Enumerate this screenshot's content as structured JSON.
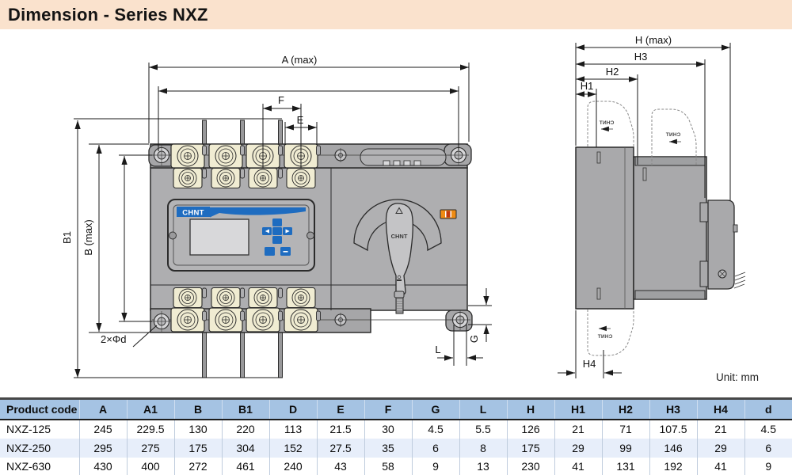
{
  "title": "Dimension - Series NXZ",
  "unit_note": "Unit: mm",
  "brand": "CHNT",
  "front_view": {
    "dims": {
      "a": "A (max)",
      "f": "F",
      "e": "E",
      "b1": "B1",
      "b": "B (max)",
      "holes": "2×Φd",
      "l": "L",
      "g": "G"
    }
  },
  "side_view": {
    "dims": {
      "h": "H (max)",
      "h3": "H3",
      "h2": "H2",
      "h1": "H1",
      "h4": "H4"
    }
  },
  "table": {
    "headers": [
      "Product code",
      "A",
      "A1",
      "B",
      "B1",
      "D",
      "E",
      "F",
      "G",
      "L",
      "H",
      "H1",
      "H2",
      "H3",
      "H4",
      "d"
    ],
    "rows": [
      {
        "product_code": "NXZ-125",
        "values": [
          "245",
          "229.5",
          "130",
          "220",
          "113",
          "21.5",
          "30",
          "4.5",
          "5.5",
          "126",
          "21",
          "71",
          "107.5",
          "21",
          "4.5"
        ]
      },
      {
        "product_code": "NXZ-250",
        "values": [
          "295",
          "275",
          "175",
          "304",
          "152",
          "27.5",
          "35",
          "6",
          "8",
          "175",
          "29",
          "99",
          "146",
          "29",
          "6"
        ]
      },
      {
        "product_code": "NXZ-630",
        "values": [
          "430",
          "400",
          "272",
          "461",
          "240",
          "43",
          "58",
          "9",
          "13",
          "230",
          "41",
          "131",
          "192",
          "41",
          "9"
        ]
      }
    ]
  },
  "colors": {
    "title_bar_bg": "#fae2cd",
    "table_header_bg": "#a5c3e3",
    "table_row_alt_bg": "#e7eefa",
    "chint_blue": "#1e6cc0",
    "indicator_orange": "#ef8b13",
    "device_gray": "#aeaeb0"
  }
}
